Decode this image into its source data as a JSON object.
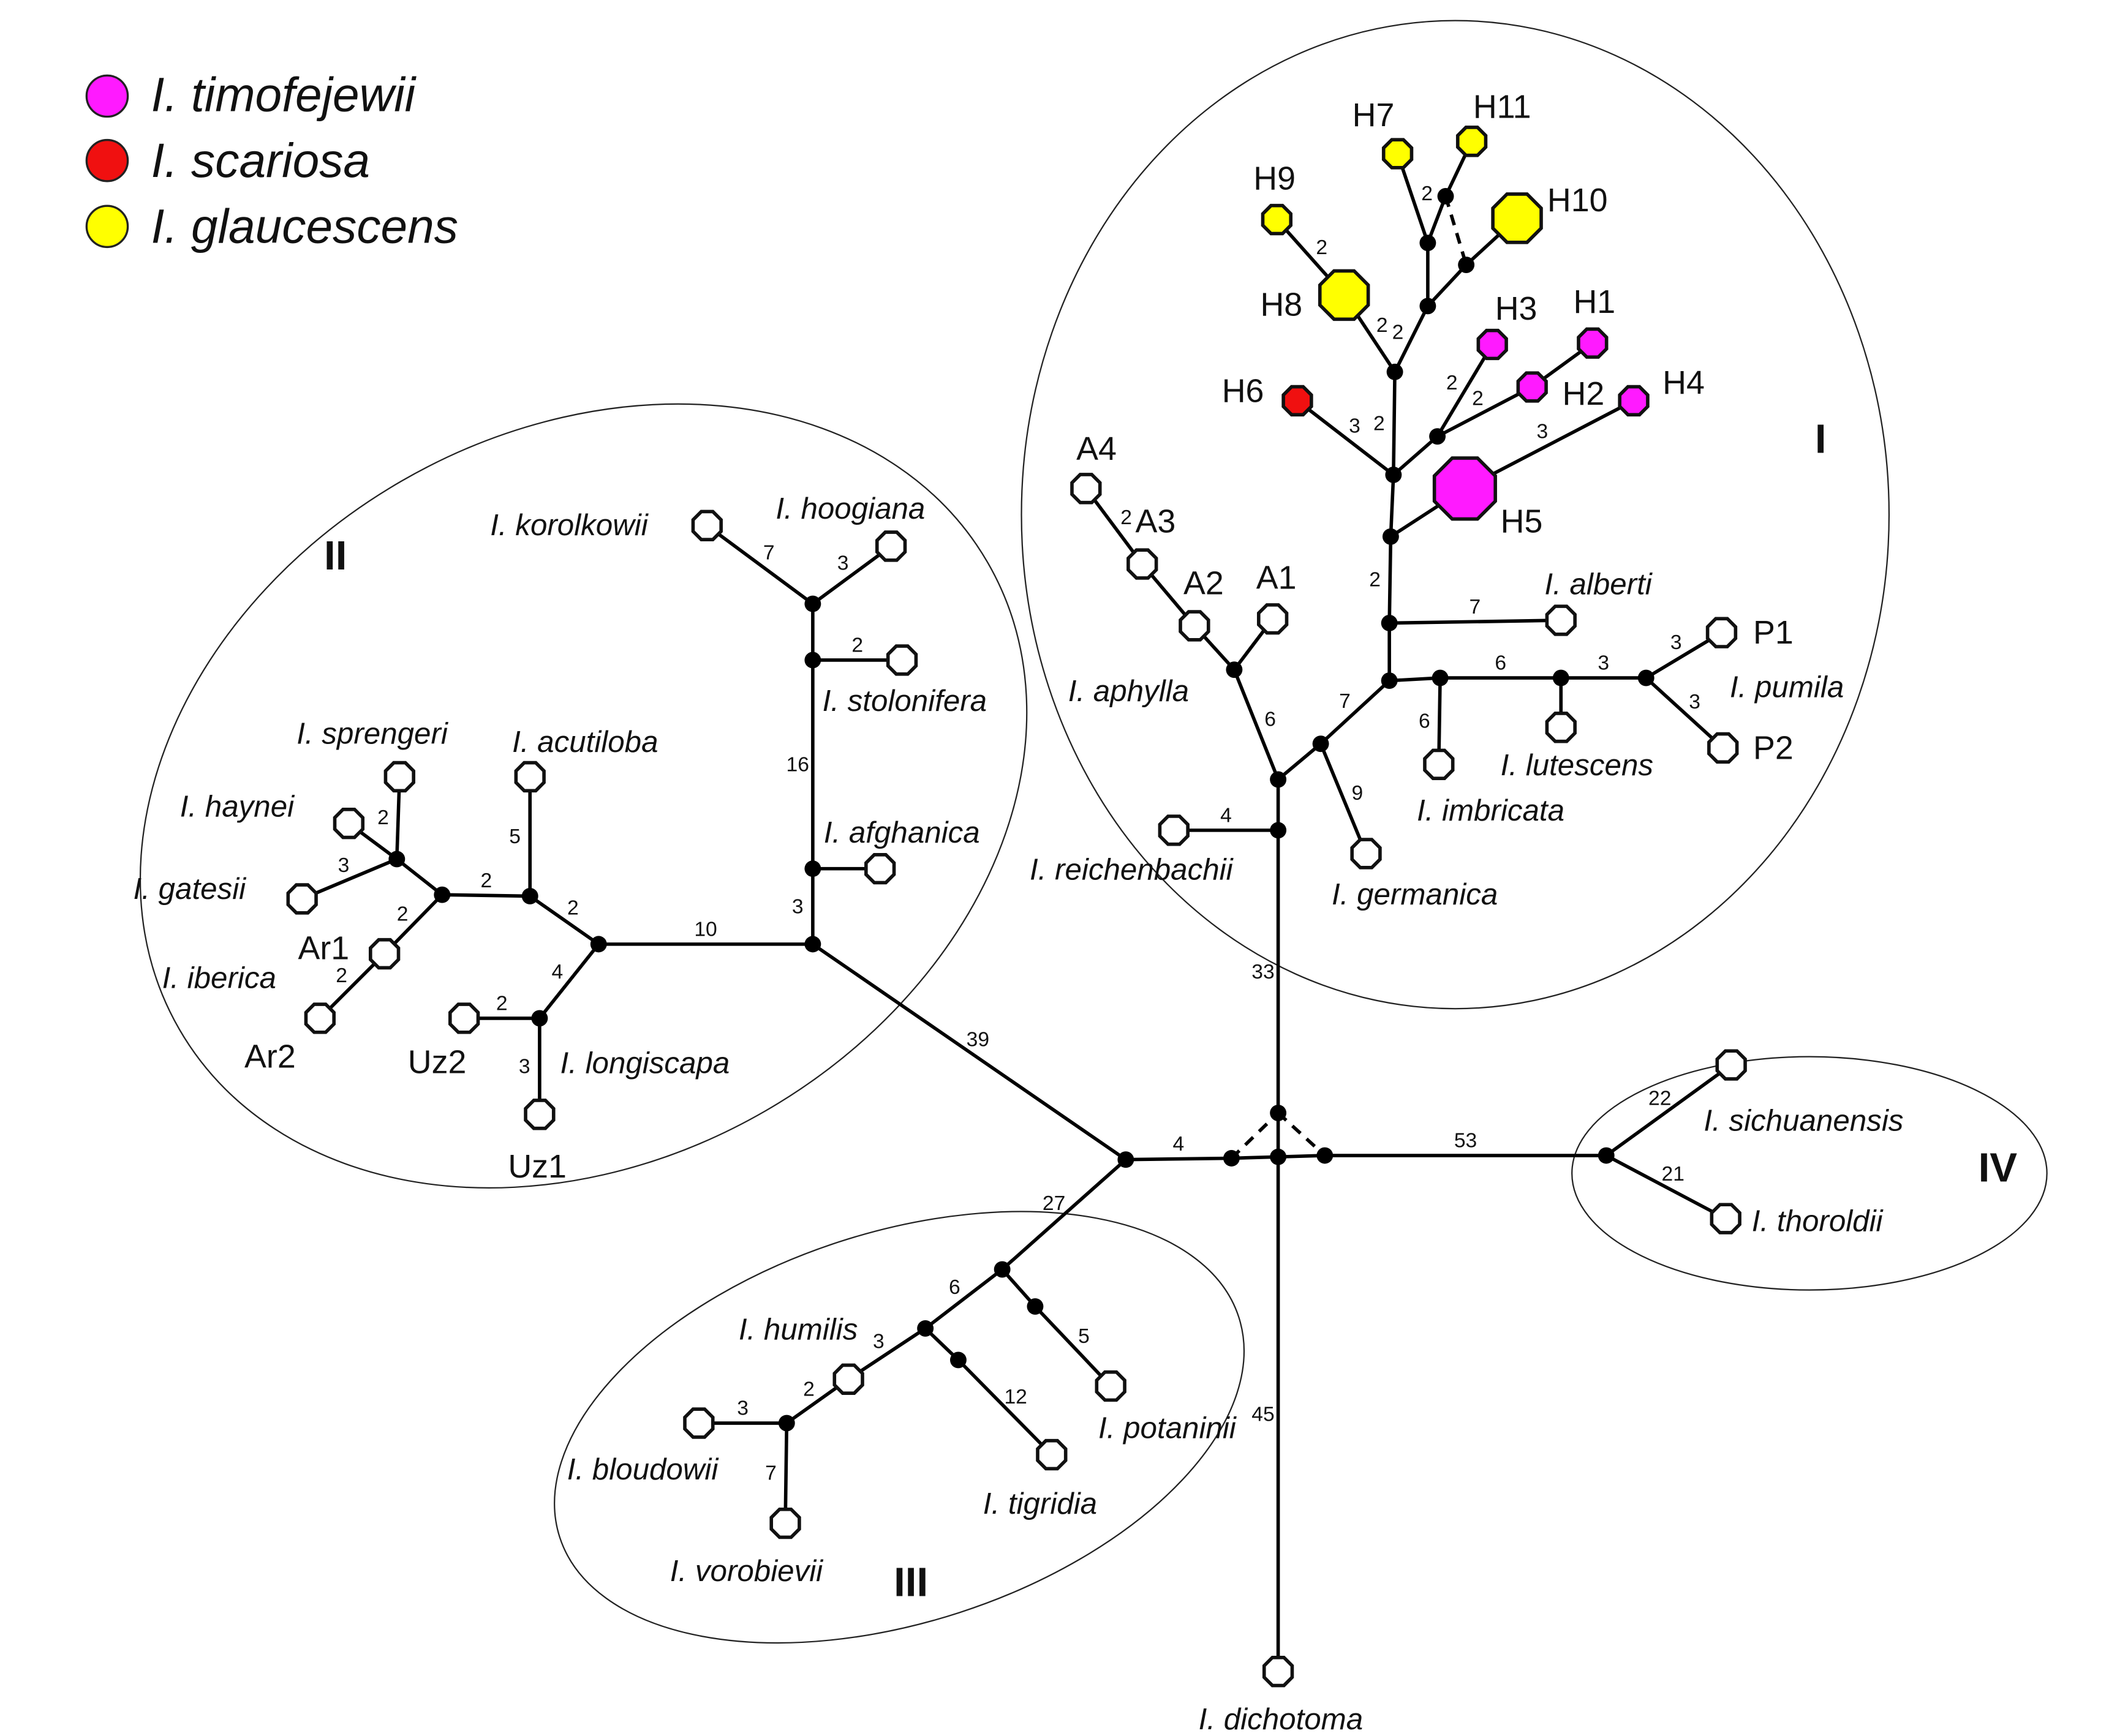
{
  "legend": [
    {
      "label": "I. timofejewii",
      "color": "#ff1aff"
    },
    {
      "label": "I. scariosa",
      "color": "#f01010"
    },
    {
      "label": "I. glaucescens",
      "color": "#ffff00"
    }
  ],
  "clusters": [
    "I",
    "II",
    "III",
    "IV"
  ],
  "nodes": {
    "H1": {
      "label": "H1",
      "color": "#ff1aff"
    },
    "H2": {
      "label": "H2",
      "color": "#ff1aff"
    },
    "H3": {
      "label": "H3",
      "color": "#ff1aff"
    },
    "H4": {
      "label": "H4",
      "color": "#ff1aff"
    },
    "H5": {
      "label": "H5",
      "color": "#ff1aff"
    },
    "H6": {
      "label": "H6",
      "color": "#f01010"
    },
    "H7": {
      "label": "H7",
      "color": "#ffff00"
    },
    "H8": {
      "label": "H8",
      "color": "#ffff00"
    },
    "H9": {
      "label": "H9",
      "color": "#ffff00"
    },
    "H10": {
      "label": "H10",
      "color": "#ffff00"
    },
    "H11": {
      "label": "H11",
      "color": "#ffff00"
    },
    "A1": {
      "label": "A1"
    },
    "A2": {
      "label": "A2"
    },
    "A3": {
      "label": "A3"
    },
    "A4": {
      "label": "A4"
    },
    "P1": {
      "label": "P1"
    },
    "P2": {
      "label": "P2"
    },
    "Ar1": {
      "label": "Ar1"
    },
    "Ar2": {
      "label": "Ar2"
    },
    "Uz1": {
      "label": "Uz1"
    },
    "Uz2": {
      "label": "Uz2"
    },
    "alberti": {
      "label": "I. alberti"
    },
    "lutescens": {
      "label": "I. lutescens"
    },
    "imbricata": {
      "label": "I. imbricata"
    },
    "germanica": {
      "label": "I. germanica"
    },
    "reichenbachii": {
      "label": "I. reichenbachii"
    },
    "korolkowii": {
      "label": "I. korolkowii"
    },
    "hoogiana": {
      "label": "I. hoogiana"
    },
    "stolonifera": {
      "label": "I. stolonifera"
    },
    "afghanica": {
      "label": "I. afghanica"
    },
    "acutiloba": {
      "label": "I. acutiloba"
    },
    "sprengeri": {
      "label": "I. sprengeri"
    },
    "haynei": {
      "label": "I. haynei"
    },
    "gatesii": {
      "label": "I. gatesii"
    },
    "humilis": {
      "label": "I. humilis"
    },
    "bloudowii": {
      "label": "I. bloudowii"
    },
    "vorobievii": {
      "label": "I. vorobievii"
    },
    "tigridia": {
      "label": "I. tigridia"
    },
    "potaninii": {
      "label": "I. potaninii"
    },
    "sichuanensis": {
      "label": "I. sichuanensis"
    },
    "thoroldii": {
      "label": "I. thoroldii"
    },
    "dichotoma": {
      "label": "I. dichotoma"
    }
  },
  "group_labels": {
    "aphylla": "I. aphylla",
    "pumila": "I. pumila",
    "iberica": "I. iberica",
    "longiscapa": "I. longiscapa"
  },
  "edges": [
    {
      "from": "c2",
      "to": "c1",
      "dashed": true
    },
    {
      "from": "c1",
      "to": "c4",
      "dashed": true
    },
    {
      "from": "c1",
      "to": "c3"
    },
    {
      "from": "c2",
      "to": "c3"
    },
    {
      "from": "c3",
      "to": "c4"
    },
    {
      "from": "c1",
      "to": "nReich",
      "mutations": "33"
    },
    {
      "from": "c3",
      "to": "dichotoma",
      "mutations": "45"
    },
    {
      "from": "c2",
      "to": "nLeft",
      "mutations": "4"
    },
    {
      "from": "c4",
      "to": "nIV",
      "mutations": "53"
    },
    {
      "from": "nLeft",
      "to": "nII",
      "mutations": "39"
    },
    {
      "from": "nLeft",
      "to": "nIII",
      "mutations": "27"
    },
    {
      "from": "nReich",
      "to": "reichenbachii",
      "mutations": "4"
    },
    {
      "from": "nReich",
      "to": "nA"
    },
    {
      "from": "nA",
      "to": "nAph",
      "mutations": "6"
    },
    {
      "from": "nAph",
      "to": "A1"
    },
    {
      "from": "nAph",
      "to": "A2"
    },
    {
      "from": "A2",
      "to": "A3"
    },
    {
      "from": "A3",
      "to": "A4",
      "mutations": "2"
    },
    {
      "from": "nA",
      "to": "nGer"
    },
    {
      "from": "nGer",
      "to": "germanica",
      "mutations": "9"
    },
    {
      "from": "nGer",
      "to": "nMain",
      "mutations": "7"
    },
    {
      "from": "nMain",
      "to": "nImb"
    },
    {
      "from": "nImb",
      "to": "imbricata",
      "mutations": "6"
    },
    {
      "from": "nImb",
      "to": "nLut",
      "mutations": "6"
    },
    {
      "from": "nLut",
      "to": "lutescens"
    },
    {
      "from": "nLut",
      "to": "nPum",
      "mutations": "3"
    },
    {
      "from": "nPum",
      "to": "P1",
      "mutations": "3"
    },
    {
      "from": "nPum",
      "to": "P2",
      "mutations": "3"
    },
    {
      "from": "nMain",
      "to": "nAlb"
    },
    {
      "from": "nAlb",
      "to": "alberti",
      "mutations": "7"
    },
    {
      "from": "nAlb",
      "to": "nH5",
      "mutations": "2"
    },
    {
      "from": "nH5",
      "to": "H5"
    },
    {
      "from": "H5",
      "to": "H4",
      "mutations": "3"
    },
    {
      "from": "nH5",
      "to": "nH"
    },
    {
      "from": "nH",
      "to": "H6",
      "mutations": "3"
    },
    {
      "from": "nH",
      "to": "nH23"
    },
    {
      "from": "nH23",
      "to": "H3",
      "mutations": "2"
    },
    {
      "from": "nH23",
      "to": "H2",
      "mutations": "2"
    },
    {
      "from": "H2",
      "to": "H1"
    },
    {
      "from": "nH",
      "to": "nH8",
      "mutations": "2"
    },
    {
      "from": "nH8",
      "to": "H8",
      "mutations": "2"
    },
    {
      "from": "H8",
      "to": "H9",
      "mutations": "2"
    },
    {
      "from": "nH8",
      "to": "nH10a",
      "mutations": "2"
    },
    {
      "from": "nH10a",
      "to": "nH7"
    },
    {
      "from": "nH7",
      "to": "H7",
      "mutations": "2"
    },
    {
      "from": "nH7",
      "to": "nH11"
    },
    {
      "from": "nH11",
      "to": "H11"
    },
    {
      "from": "nH11",
      "to": "nH10",
      "dashed": true
    },
    {
      "from": "nH10a",
      "to": "nH10"
    },
    {
      "from": "nH10",
      "to": "H10"
    },
    {
      "from": "nII",
      "to": "nAfg",
      "mutations": "3"
    },
    {
      "from": "nAfg",
      "to": "afghanica"
    },
    {
      "from": "nAfg",
      "to": "nSto",
      "mutations": "16"
    },
    {
      "from": "nSto",
      "to": "stolonifera",
      "mutations": "2"
    },
    {
      "from": "nSto",
      "to": "nTop"
    },
    {
      "from": "nTop",
      "to": "korolkowii",
      "mutations": "7"
    },
    {
      "from": "nTop",
      "to": "hoogiana",
      "mutations": "3"
    },
    {
      "from": "nII",
      "to": "nL1",
      "mutations": "10"
    },
    {
      "from": "nL1",
      "to": "nAcu",
      "mutations": "2"
    },
    {
      "from": "nAcu",
      "to": "acutiloba",
      "mutations": "5"
    },
    {
      "from": "nAcu",
      "to": "nL2",
      "mutations": "2"
    },
    {
      "from": "nL2",
      "to": "nSpr"
    },
    {
      "from": "nSpr",
      "to": "sprengeri",
      "mutations": "2"
    },
    {
      "from": "nSpr",
      "to": "haynei"
    },
    {
      "from": "nSpr",
      "to": "gatesii",
      "mutations": "3"
    },
    {
      "from": "nL2",
      "to": "Ar1",
      "mutations": "2"
    },
    {
      "from": "Ar1",
      "to": "Ar2",
      "mutations": "2"
    },
    {
      "from": "nL1",
      "to": "nUz",
      "mutations": "4"
    },
    {
      "from": "nUz",
      "to": "Uz2",
      "mutations": "2"
    },
    {
      "from": "nUz",
      "to": "Uz1",
      "mutations": "3"
    },
    {
      "from": "nIII",
      "to": "nPot"
    },
    {
      "from": "nPot",
      "to": "potaninii",
      "mutations": "5"
    },
    {
      "from": "nIII",
      "to": "nHum",
      "mutations": "6"
    },
    {
      "from": "nHum",
      "to": "nTig"
    },
    {
      "from": "nTig",
      "to": "tigridia",
      "mutations": "12"
    },
    {
      "from": "nHum",
      "to": "humilis",
      "mutations": "3"
    },
    {
      "from": "humilis",
      "to": "nBlo",
      "mutations": "2"
    },
    {
      "from": "nBlo",
      "to": "bloudowii",
      "mutations": "3"
    },
    {
      "from": "nBlo",
      "to": "vorobievii",
      "mutations": "7"
    },
    {
      "from": "nIV",
      "to": "sichuanensis",
      "mutations": "22"
    },
    {
      "from": "nIV",
      "to": "thoroldii",
      "mutations": "21"
    }
  ]
}
